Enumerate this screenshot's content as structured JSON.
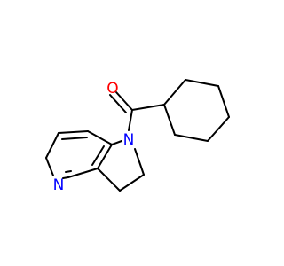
{
  "structure": {
    "atoms": {
      "oxygen": {
        "symbol": "O",
        "color": "#ff0000"
      },
      "ring_nitrogen": {
        "symbol": "N",
        "color": "#0000ff"
      },
      "pyridine_nitrogen": {
        "symbol": "N",
        "color": "#0000ff"
      }
    },
    "bond_color": "#000000",
    "background": "#ffffff"
  }
}
